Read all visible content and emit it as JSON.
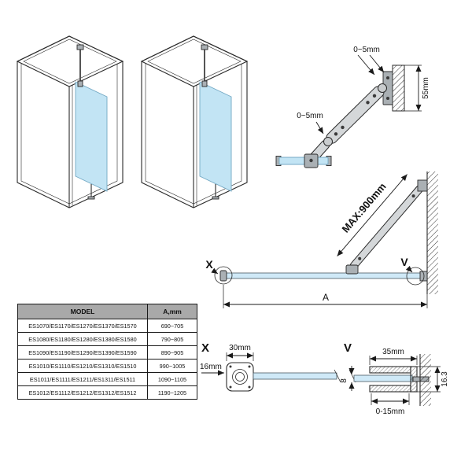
{
  "colors": {
    "glass": "#c2e4f4",
    "line": "#2a2a2a",
    "metal": "#aab0b4"
  },
  "bracket": {
    "gap_top": "0~5mm",
    "gap_mid": "0~5mm",
    "height": "55mm"
  },
  "plan": {
    "max": "MAX:900mm",
    "x": "X",
    "v": "V",
    "a": "A"
  },
  "sx": {
    "label": "X",
    "width": "30mm",
    "offset": "16mm"
  },
  "sv": {
    "label": "V",
    "width": "35mm",
    "height": "16.3",
    "glass": "8",
    "gap": "0-15mm"
  },
  "table": {
    "headers": [
      "MODEL",
      "A,mm"
    ],
    "rows": [
      {
        "model": "ES1070/ES1170/ES1270/ES1370/ES1570",
        "a": "690~705"
      },
      {
        "model": "ES1080/ES1180/ES1280/ES1380/ES1580",
        "a": "790~805"
      },
      {
        "model": "ES1090/ES1190/ES1290/ES1390/ES1590",
        "a": "890~905"
      },
      {
        "model": "ES1010/ES1110/ES1210/ES1310/ES1510",
        "a": "990~1005"
      },
      {
        "model": "ES1011/ES1111/ES1211/ES1311/ES1511",
        "a": "1090~1105"
      },
      {
        "model": "ES1012/ES1112/ES1212/ES1312/ES1512",
        "a": "1190~1205"
      }
    ]
  }
}
